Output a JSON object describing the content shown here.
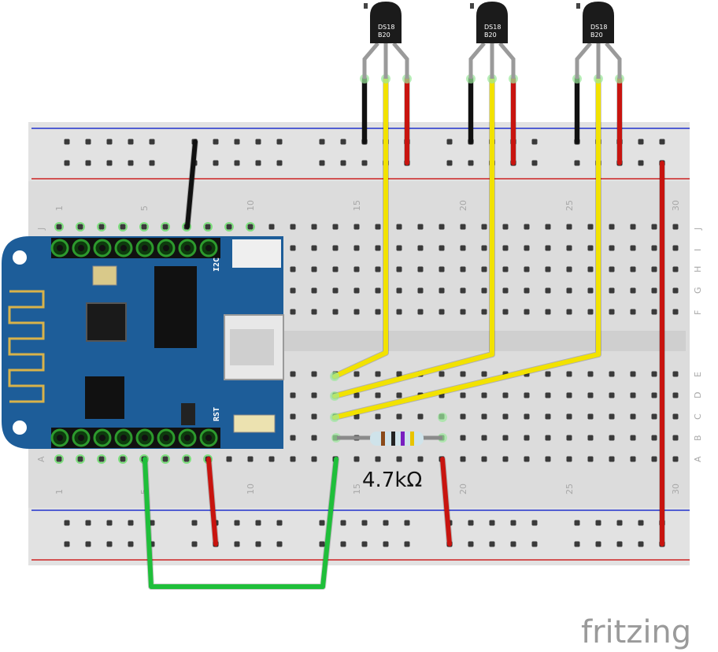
{
  "breadboard": {
    "column_numbers_top": [
      "1",
      "5",
      "10",
      "15",
      "20",
      "25",
      "30"
    ],
    "column_numbers_bottom": [
      "1",
      "5",
      "10",
      "15",
      "20",
      "25",
      "30"
    ],
    "row_letters_top": [
      "J",
      "I",
      "H",
      "G",
      "F"
    ],
    "row_letters_bottom": [
      "E",
      "D",
      "C",
      "B",
      "A"
    ]
  },
  "sensors": [
    {
      "label_line1": "DS18",
      "label_line2": "B20"
    },
    {
      "label_line1": "DS18",
      "label_line2": "B20"
    },
    {
      "label_line1": "DS18",
      "label_line2": "B20"
    }
  ],
  "board": {
    "i2c_label": "I2C",
    "rst_label": "RST",
    "color": "#1d5d99"
  },
  "resistor": {
    "value_label": "4.7kΩ"
  },
  "wire_colors": {
    "ground": "#111111",
    "data": "#f2e200",
    "power": "#c8140f",
    "link": "#1fbf3a"
  },
  "logo": {
    "text": "fritzing"
  }
}
